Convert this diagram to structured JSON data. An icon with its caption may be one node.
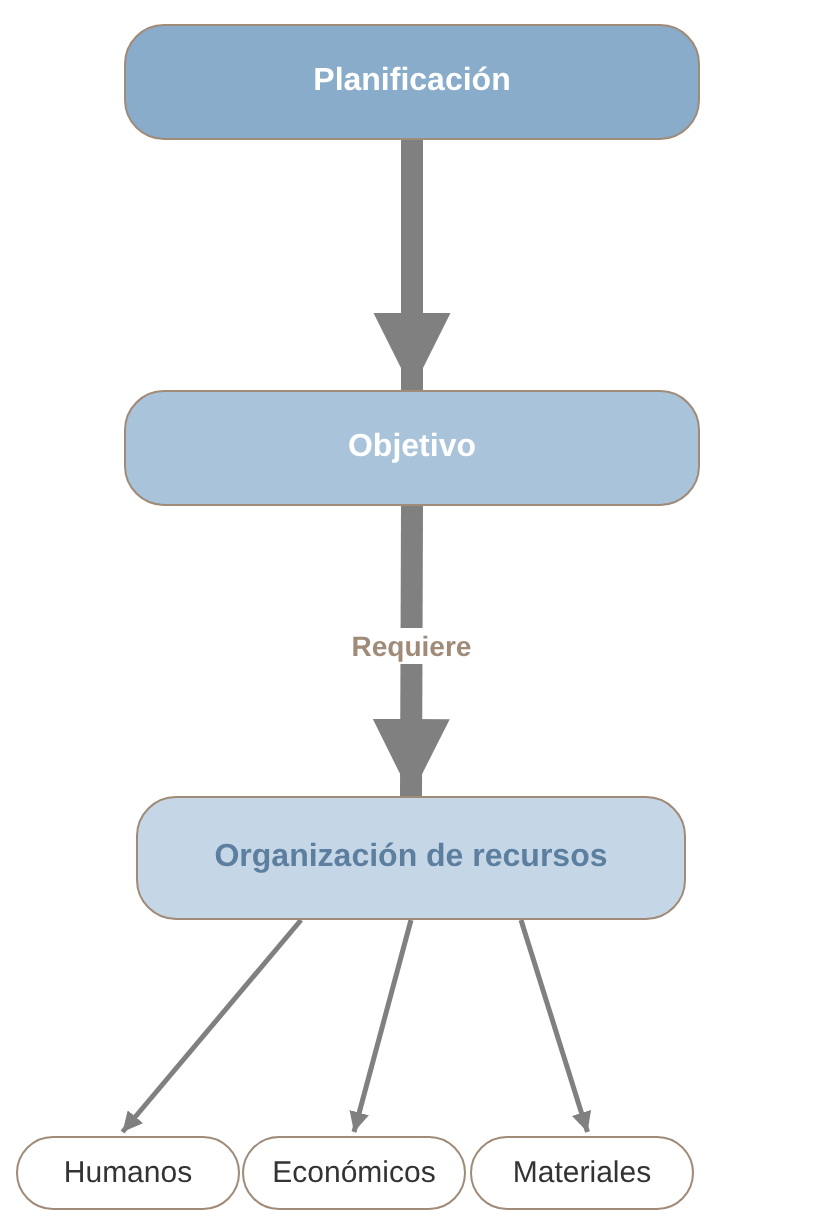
{
  "diagram": {
    "nodes": [
      {
        "text": [
          "Planificación"
        ]
      },
      {
        "text": [
          "Objetivo"
        ]
      },
      {
        "text": [
          "Organización de recursos"
        ]
      },
      {
        "text": [
          "Humanos"
        ]
      },
      {
        "text": [
          "Económicos"
        ]
      },
      {
        "text": [
          "Materiales"
        ]
      }
    ],
    "edges": [
      {
        "from": 0,
        "to": 1,
        "arrow": "to",
        "style": "thick"
      },
      {
        "from": 1,
        "to": 2,
        "arrow": "to",
        "style": "thick",
        "label": "Requiere"
      },
      {
        "from": 2,
        "to": 3,
        "arrow": "to"
      },
      {
        "from": 2,
        "to": 4,
        "arrow": "to"
      },
      {
        "from": 2,
        "to": 5,
        "arrow": "to"
      }
    ]
  }
}
